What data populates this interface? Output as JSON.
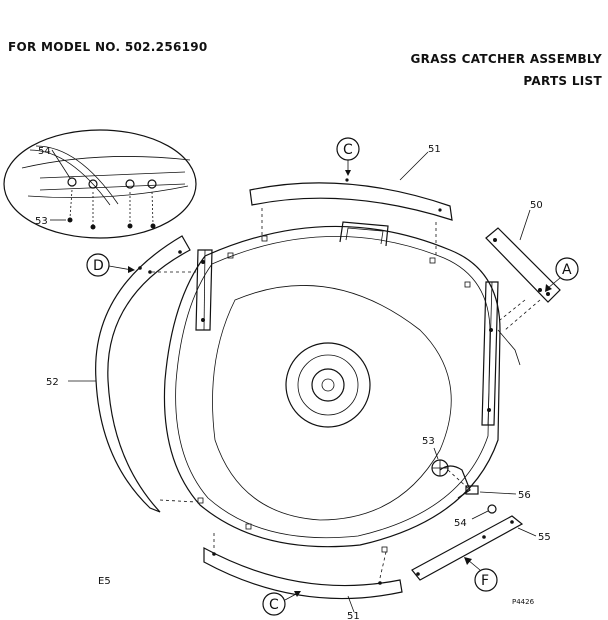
{
  "header": {
    "model": "FOR MODEL NO. 502.256190",
    "title": "GRASS CATCHER ASSEMBLY",
    "subtitle": "PARTS LIST"
  },
  "part_labels": {
    "p54_inset": "54",
    "p53_inset": "53",
    "p51_top": "51",
    "p50": "50",
    "p52": "52",
    "p53": "53",
    "p56": "56",
    "p54": "54",
    "p55": "55",
    "p51_bottom": "51",
    "fig": "E5",
    "code": "P4426"
  },
  "callouts": {
    "c_top": "C",
    "a": "A",
    "d": "D",
    "f": "F",
    "c_bottom": "C"
  }
}
